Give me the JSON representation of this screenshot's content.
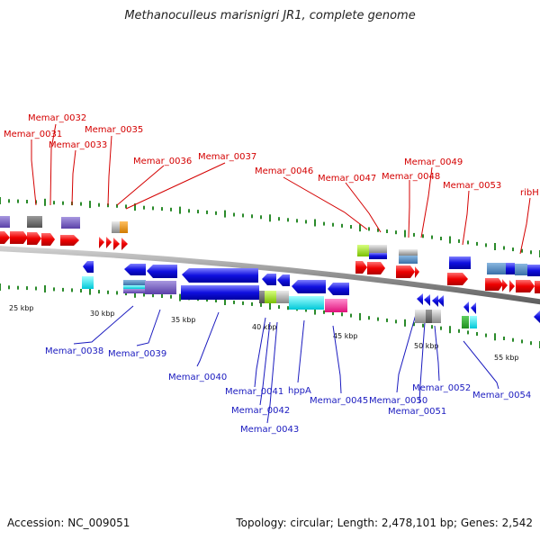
{
  "title": "Methanoculleus marisnigri JR1, complete genome",
  "footer": {
    "accession": "Accession: NC_009051",
    "topology": "Topology: circular; Length: 2,478,101 bp; Genes: 2,542"
  },
  "scale_labels": [
    "25 kbp",
    "30 kbp",
    "35 kbp",
    "40 kbp",
    "45 kbp",
    "50 kbp",
    "55 kbp"
  ],
  "colors": {
    "forward_label": "#d40000",
    "reverse_label": "#1a1abf",
    "backbone": "#9a9a9a",
    "tick": "#2a8a2a"
  },
  "forward_genes": [
    "Memar_0032",
    "Memar_0031",
    "Memar_0033",
    "Memar_0035",
    "Memar_0036",
    "Memar_0037",
    "Memar_0046",
    "Memar_0047",
    "Memar_0048",
    "Memar_0049",
    "Memar_0053",
    "ribH"
  ],
  "reverse_genes": [
    "Memar_0038",
    "Memar_0039",
    "Memar_0040",
    "Memar_0041",
    "Memar_0042",
    "Memar_0043",
    "hppA",
    "Memar_0045",
    "Memar_0050",
    "Memar_0051",
    "Memar_0052",
    "Memar_0054"
  ]
}
